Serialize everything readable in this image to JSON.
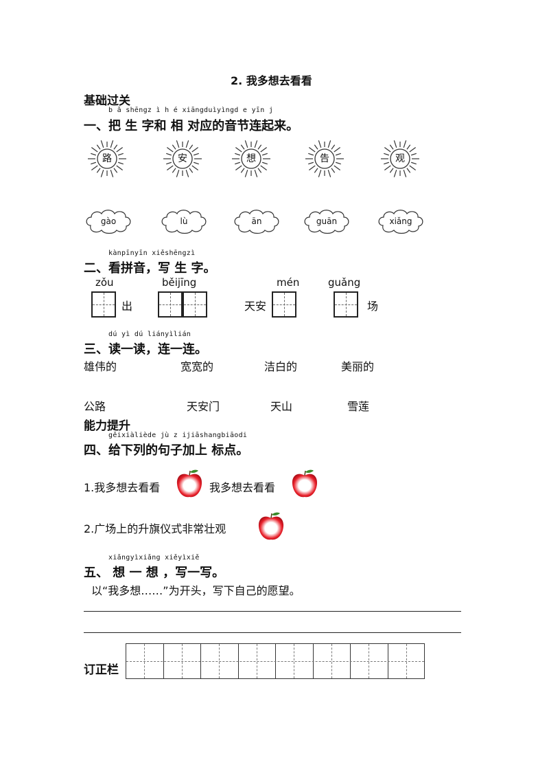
{
  "page": {
    "title": "2.  我多想去看看",
    "section_basic": "基础过关",
    "section_ability": "能力提升"
  },
  "q1": {
    "pinyin": "b ǎ shēngz ì h é xiāngduìyìngd e yīn  j",
    "heading": "一、把 生 字和 相 对应的音节连起来。",
    "chars": [
      "路",
      "安",
      "想",
      "告",
      "观"
    ],
    "syllables": [
      "gào",
      "lù",
      "ān",
      "guān",
      "xiǎng"
    ]
  },
  "q2": {
    "pinyin": "kànpīnyīn    xiěshēngzì",
    "heading": "二、看拼音，写 生 字。",
    "items": [
      {
        "pinyin": "zǒu",
        "before": "",
        "after": "出"
      },
      {
        "pinyin": "běijīng",
        "before": "",
        "after": ""
      },
      {
        "pinyin": "mén",
        "before": "天安",
        "after": ""
      },
      {
        "pinyin": "guǎng",
        "before": "",
        "after": "场"
      }
    ]
  },
  "q3": {
    "pinyin": "dú yì dú     liányìlián",
    "heading": "三、读一读，连一连。",
    "top": [
      "雄伟的",
      "宽宽的",
      "洁白的",
      "美丽的"
    ],
    "bottom": [
      "公路",
      "天安门",
      "天山",
      "雪莲"
    ]
  },
  "q4": {
    "pinyin": "gěixiàliède jù z ijiāshangbiāodi",
    "heading": "四、给下列的句子加上 标点。",
    "s1a": "1.我多想去看看",
    "s1b": "我多想去看看",
    "s2": "2.广场上的升旗仪式非常壮观"
  },
  "q5": {
    "pinyin": "xiǎngyìxiǎng    xiěyìxiě",
    "heading": "五、 想 一 想 ，写一写。",
    "prompt": "以“我多想……”为开头，写下自己的愿望。"
  },
  "correction": {
    "label": "订正栏"
  },
  "colors": {
    "apple": "#e8202a",
    "leaf": "#3a8a2a"
  },
  "icons": {
    "sun": "sun-icon",
    "cloud": "cloud-icon",
    "apple": "apple-icon"
  }
}
